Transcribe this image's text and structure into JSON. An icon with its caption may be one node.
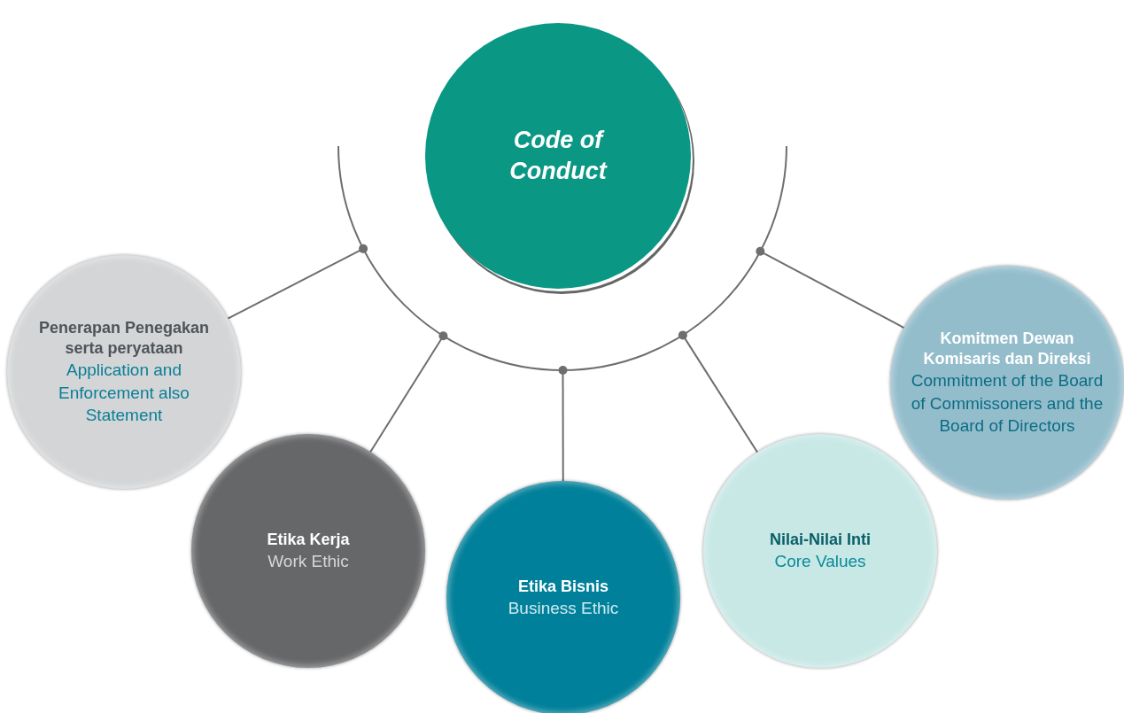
{
  "diagram": {
    "nodes": [
      {
        "text": [
          "Code of Conduct"
        ]
      },
      {
        "text": [
          "Penerapan Penegakan serta peryataan",
          "Application and Enforcement also Statement"
        ]
      },
      {
        "text": [
          "Etika Kerja",
          "Work Ethic"
        ]
      },
      {
        "text": [
          "Etika Bisnis",
          "Business Ethic"
        ]
      },
      {
        "text": [
          "Nilai-Nilai Inti",
          "Core Values"
        ]
      },
      {
        "text": [
          "Komitmen Dewan Komisaris dan Direksi",
          "Commitment of the Board of Commissoners and the Board of Directors"
        ]
      }
    ],
    "edges": [
      {
        "from": 0,
        "to": 1,
        "arrow": "other"
      },
      {
        "from": 0,
        "to": 2,
        "arrow": "other"
      },
      {
        "from": 0,
        "to": 3,
        "arrow": "other"
      },
      {
        "from": 0,
        "to": 4,
        "arrow": "other"
      },
      {
        "from": 0,
        "to": 5,
        "arrow": "other"
      }
    ]
  }
}
